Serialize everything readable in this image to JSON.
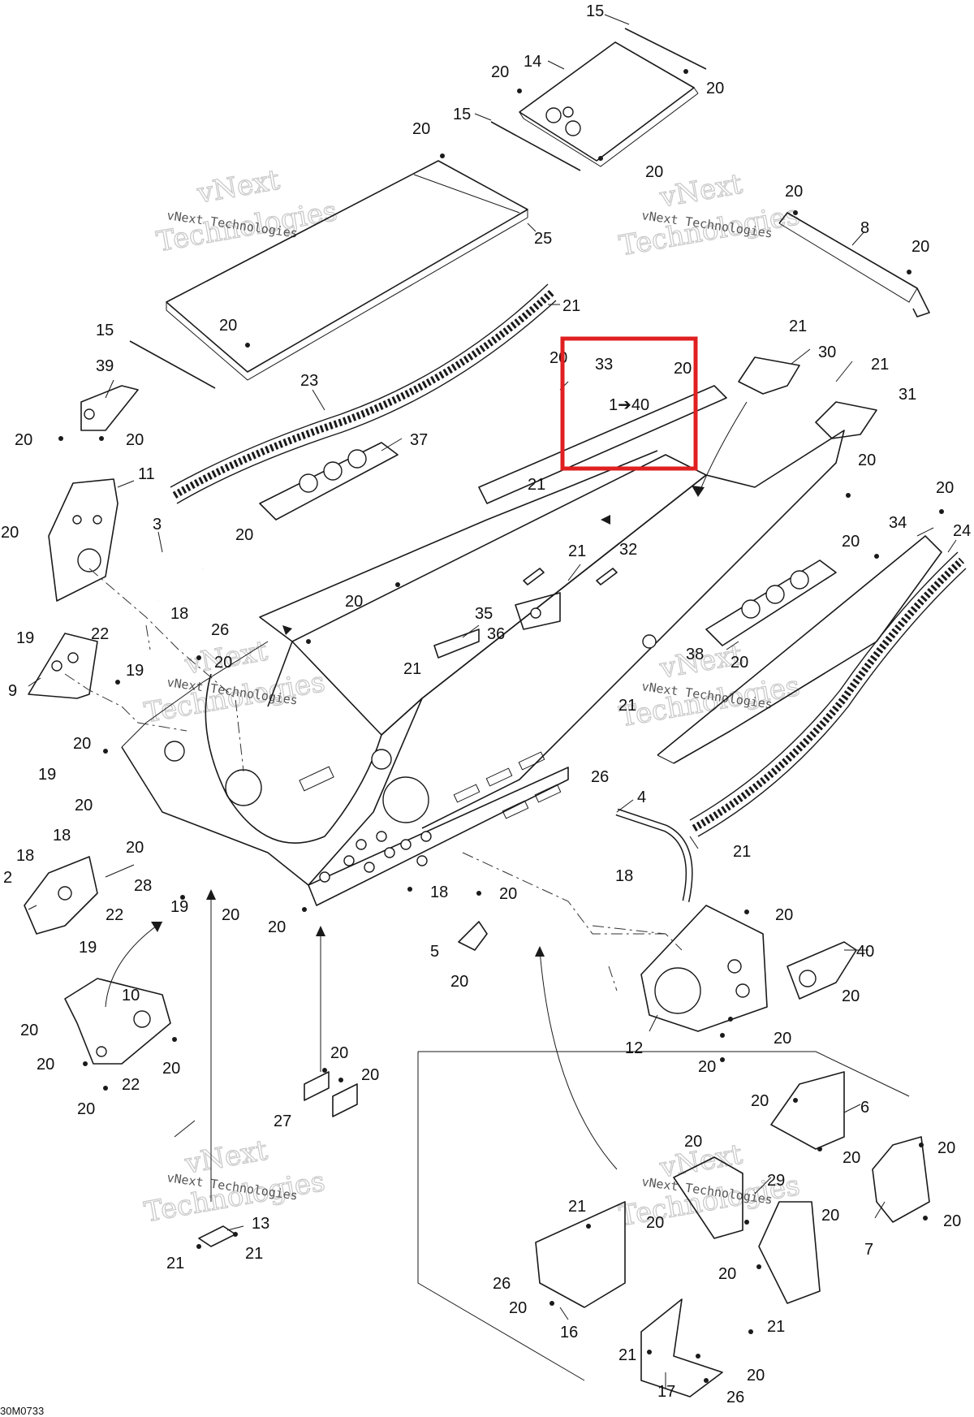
{
  "watermark": {
    "line1": "vNext",
    "line2": "Technologies",
    "small": "vNext Technologies"
  },
  "diagram_code": "30M0733",
  "highlight": {
    "color": "#e02020",
    "note": "1➔40"
  },
  "callouts": {
    "c15a": "15",
    "c14": "14",
    "c20a": "20",
    "c20b": "20",
    "c15b": "15",
    "c20c": "20",
    "c20d": "20",
    "c25": "25",
    "c20e": "20",
    "c8": "8",
    "c20f": "20",
    "c21a": "21",
    "c15c": "15",
    "c20g": "20",
    "c39": "39",
    "c23": "23",
    "c20h": "20",
    "c20i": "20",
    "c37": "37",
    "c33": "33",
    "c20j": "20",
    "c20k": "20",
    "c21b": "21",
    "c30": "30",
    "c21c": "21",
    "c31": "31",
    "c11": "11",
    "c20l": "20",
    "c21d": "21",
    "c20m": "20",
    "c20n": "20",
    "c24": "24",
    "c3": "3",
    "c20o": "20",
    "c34": "34",
    "c21e": "21",
    "c32": "32",
    "c20p": "20",
    "c18a": "18",
    "c26a": "26",
    "c20q": "20",
    "c35": "35",
    "c36": "36",
    "c19a": "19",
    "c22a": "22",
    "c20r": "20",
    "c21f": "21",
    "c38": "38",
    "c20s": "20",
    "c19b": "19",
    "c9": "9",
    "c21g": "21",
    "c20t": "20",
    "c19c": "19",
    "c26b": "26",
    "c20u": "20",
    "c4": "4",
    "c18b": "18",
    "c20v": "20",
    "c21h": "21",
    "c18c": "18",
    "c18d": "18",
    "c28": "28",
    "c2": "2",
    "c22b": "22",
    "c19d": "19",
    "c20w": "20",
    "c18e": "18",
    "c20x": "20",
    "c20y": "20",
    "c20z": "20",
    "c5": "5",
    "c20aa": "20",
    "c40": "40",
    "c10": "10",
    "c20ab": "20",
    "c20ac": "20",
    "c20ad": "20",
    "c22c": "22",
    "c20ae": "20",
    "c20af": "20",
    "c12": "12",
    "c20ag": "20",
    "c20ah": "20",
    "c20ai": "20",
    "c27": "27",
    "c20aj": "20",
    "c6": "6",
    "c20ak": "20",
    "c20al": "20",
    "c29": "29",
    "c20am": "20",
    "c20an": "20",
    "c7": "7",
    "c20ao": "20",
    "c20ap": "20",
    "c13": "13",
    "c21i": "21",
    "c21j": "21",
    "c21k": "21",
    "c26c": "26",
    "c20aq": "20",
    "c16": "16",
    "c21l": "21",
    "c21m": "21",
    "c20ar": "20",
    "c17": "17",
    "c26d": "26"
  }
}
